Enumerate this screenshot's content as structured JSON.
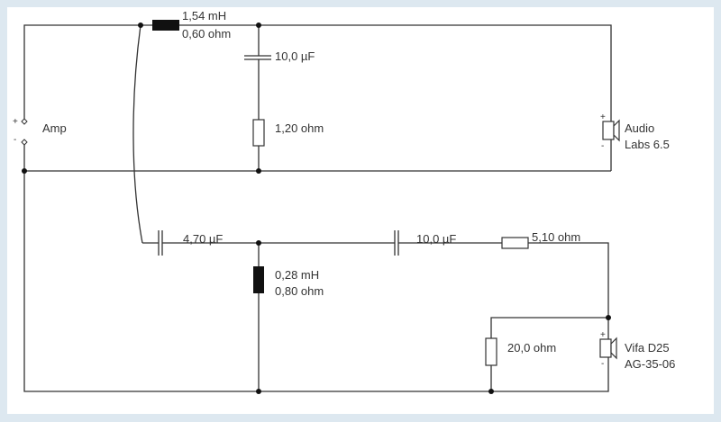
{
  "amp": {
    "label": "Amp",
    "plus": "+",
    "minus": "-"
  },
  "woofer_section": {
    "l1": {
      "inductance": "1,54 mH",
      "resistance": "0,60 ohm"
    },
    "c1": {
      "value": "10,0 µF"
    },
    "r1": {
      "value": "1,20 ohm"
    },
    "speaker": {
      "line1": "Audio",
      "line2": "Labs 6.5",
      "plus": "+",
      "minus": "-"
    }
  },
  "tweeter_section": {
    "c2": {
      "value": "4,70 µF"
    },
    "l2": {
      "inductance": "0,28 mH",
      "resistance": "0,80 ohm"
    },
    "c3": {
      "value": "10,0 µF"
    },
    "r2": {
      "value": "5,10 ohm"
    },
    "r3": {
      "value": "20,0 ohm"
    },
    "speaker": {
      "line1": "Vifa D25",
      "line2": "AG-35-06",
      "plus": "+",
      "minus": "-"
    }
  }
}
